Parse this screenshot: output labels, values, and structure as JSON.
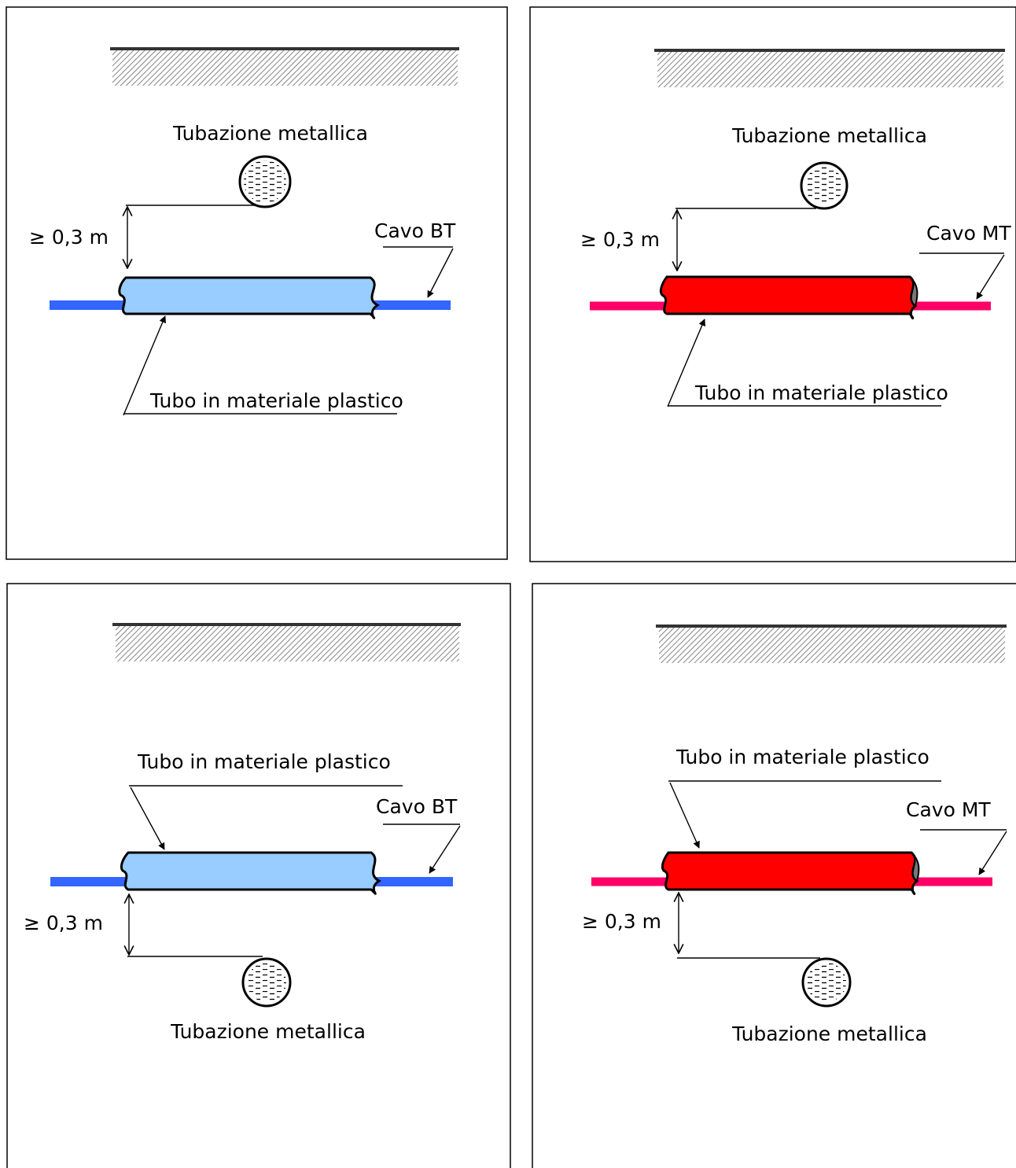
{
  "colors": {
    "bt_cable": "#3366ff",
    "bt_tube": "#99ccff",
    "mt_cable": "#ff0066",
    "mt_tube": "#ff0000",
    "outline": "#000000",
    "pipe_fill": "#ffffff",
    "ground_line": "#333333",
    "ground_hatch": "#666666"
  },
  "panels": [
    {
      "metal_pipe_label": "Tubazione metallica",
      "distance_label": "≥ 0,3 m",
      "tube_label": "Tubo in materiale plastico",
      "cable_label": "Cavo BT"
    },
    {
      "metal_pipe_label": "Tubazione metallica",
      "distance_label": "≥ 0,3 m",
      "tube_label": "Tubo in materiale plastico",
      "cable_label": "Cavo MT"
    },
    {
      "metal_pipe_label": "Tubazione metallica",
      "distance_label": "≥ 0,3 m",
      "tube_label": "Tubo in materiale plastico",
      "cable_label": "Cavo BT"
    },
    {
      "metal_pipe_label": "Tubazione metallica",
      "distance_label": "≥ 0,3 m",
      "tube_label": "Tubo in materiale plastico",
      "cable_label": "Cavo MT"
    }
  ]
}
